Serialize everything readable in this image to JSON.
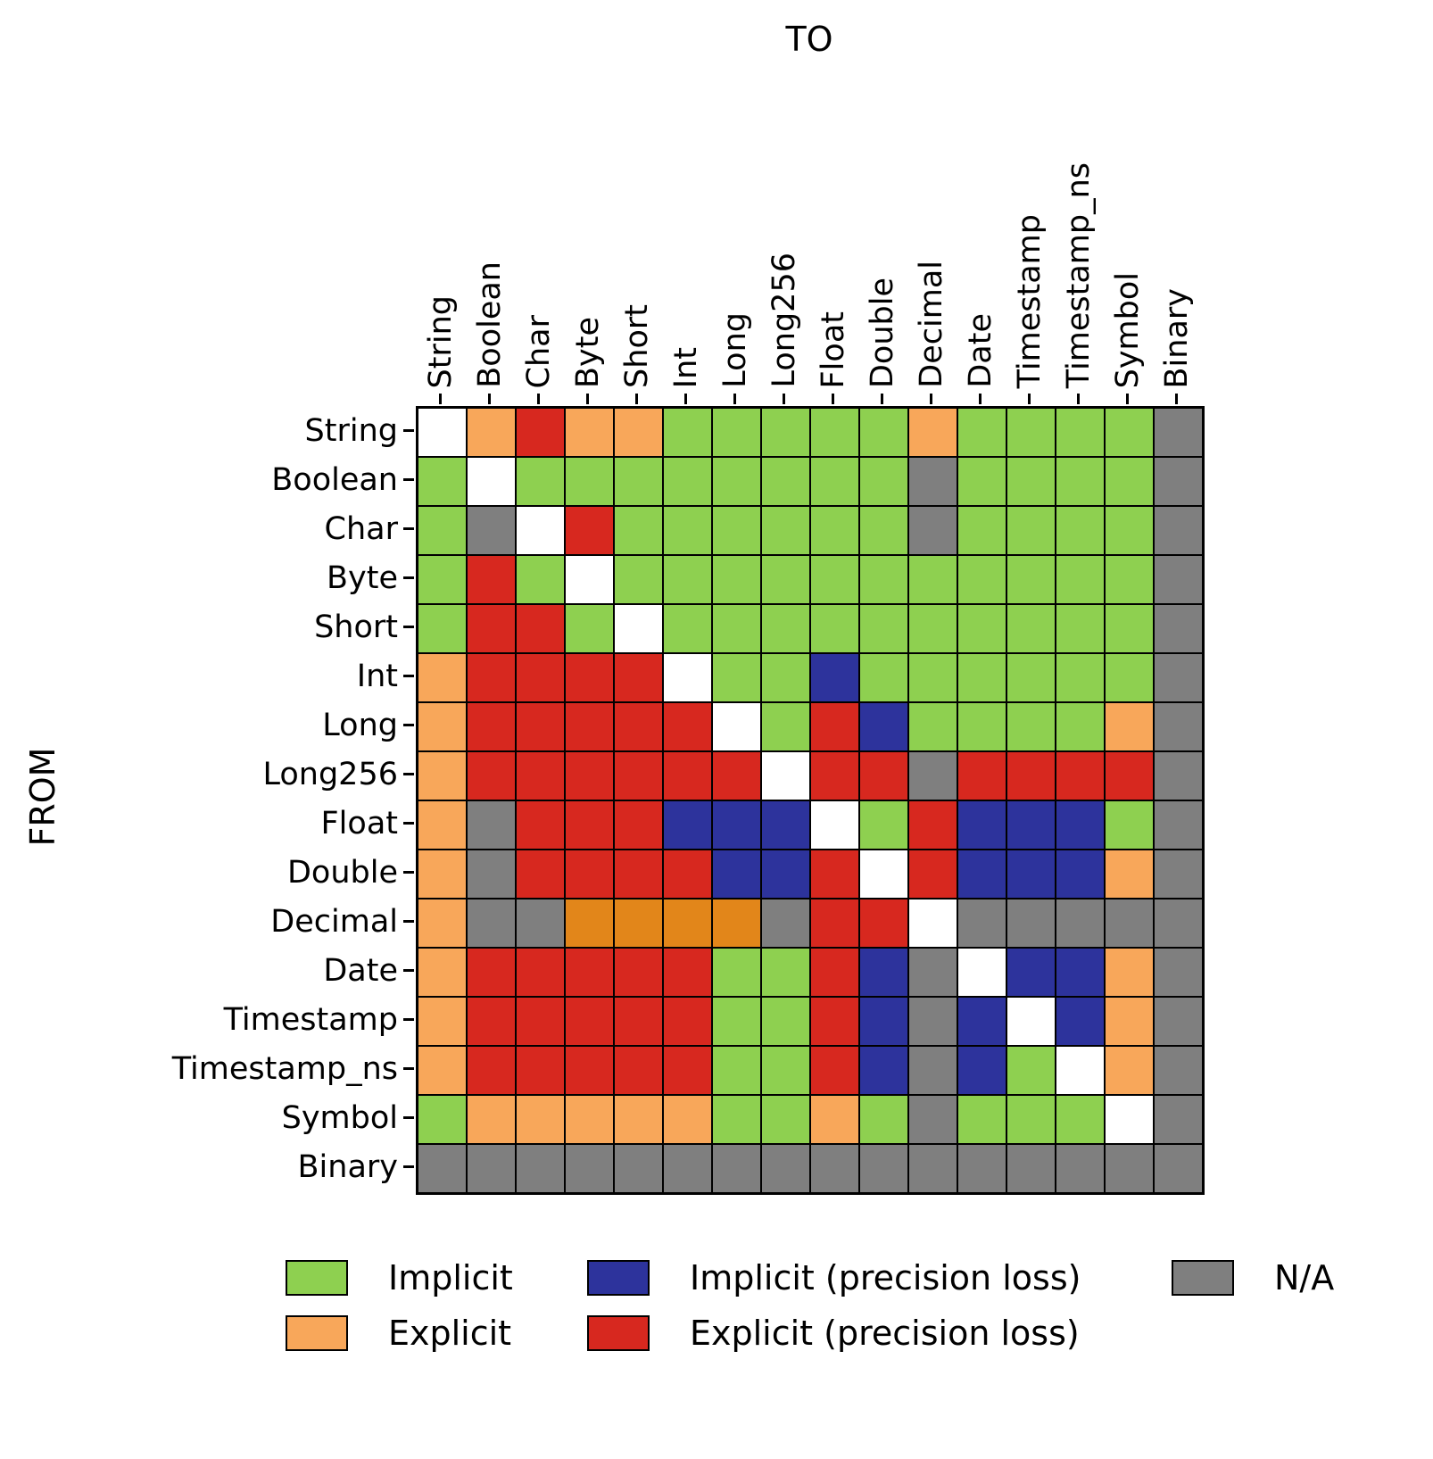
{
  "title_to": "TO",
  "ylabel_from": "FROM",
  "chart_data": {
    "type": "heatmap",
    "title": "TO",
    "xlabel": "TO",
    "ylabel": "FROM",
    "columns": [
      "String",
      "Boolean",
      "Char",
      "Byte",
      "Short",
      "Int",
      "Long",
      "Long256",
      "Float",
      "Double",
      "Decimal",
      "Date",
      "Timestamp",
      "Timestamp_ns",
      "Symbol",
      "Binary"
    ],
    "rows": [
      "String",
      "Boolean",
      "Char",
      "Byte",
      "Short",
      "Int",
      "Long",
      "Long256",
      "Float",
      "Double",
      "Decimal",
      "Date",
      "Timestamp",
      "Timestamp_ns",
      "Symbol",
      "Binary"
    ],
    "code_map": {
      "G": "implicit",
      "O": "explicit",
      "B": "implicit_loss",
      "R": "explicit_loss",
      "N": "na",
      "W": "self",
      "D": "explicit_dark"
    },
    "categories": {
      "implicit": {
        "label": "Implicit",
        "color": "#8ed050"
      },
      "explicit": {
        "label": "Explicit",
        "color": "#f8a75a"
      },
      "implicit_loss": {
        "label": "Implicit (precision loss)",
        "color": "#2d339c"
      },
      "explicit_loss": {
        "label": "Explicit (precision loss)",
        "color": "#d7281f"
      },
      "na": {
        "label": "N/A",
        "color": "#7f7f7f"
      },
      "self": {
        "label": "",
        "color": "#ffffff"
      },
      "explicit_dark": {
        "label": "",
        "color": "#e2861a"
      }
    },
    "matrix": [
      "WOROOGGGGGOGGGGN",
      "GWGGGGGGGGNGGGGN",
      "GNWRGGGGGGNGGGGN",
      "GRGWGGGGGGGGGGGN",
      "GRRGWGGGGGGGGGGN",
      "ORRRRWGGBGGGGGGN",
      "ORRRRRWGRBGGGGON",
      "ORRRRRRWRRNRRRRN",
      "ONRRRBBBWGRBBBGN",
      "ONRRRRBBRWRBBBON",
      "ONNDDDDNRRWNNNNN",
      "ORRRRRGGRBNWBBON",
      "ORRRRRGGRBNBWBON",
      "ORRRRRGGRBNBGWON",
      "GOOOOOGGOGNGGGWN",
      "NNNNNNNNNNNNNNNN"
    ],
    "legend": [
      {
        "category": "implicit",
        "slot_row": 0,
        "slot_col": 0
      },
      {
        "category": "explicit",
        "slot_row": 1,
        "slot_col": 0
      },
      {
        "category": "implicit_loss",
        "slot_row": 0,
        "slot_col": 1
      },
      {
        "category": "explicit_loss",
        "slot_row": 1,
        "slot_col": 1
      },
      {
        "category": "na",
        "slot_row": 0,
        "slot_col": 2
      }
    ],
    "legend_position": "bottom",
    "grid": "cell-borders-black"
  }
}
